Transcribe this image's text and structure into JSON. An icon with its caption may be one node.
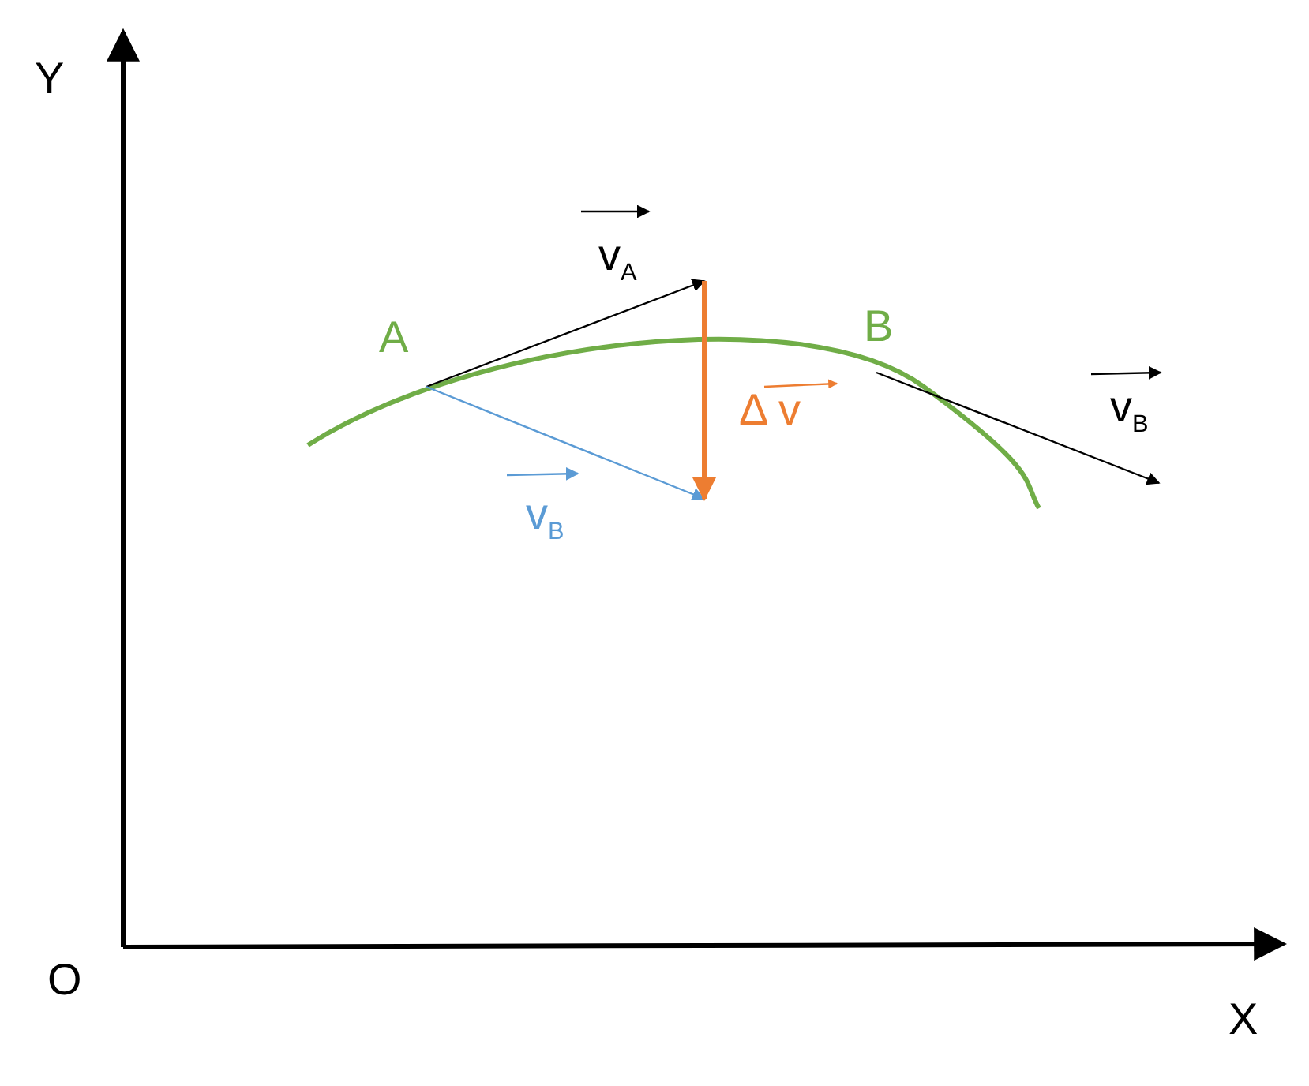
{
  "diagram": {
    "labels": [
      "Y",
      "v$_{A}$",
      "A",
      "B",
      "Δ v",
      "v$_{B}$",
      "v$_{B}$",
      "O",
      "X"
    ]
  }
}
